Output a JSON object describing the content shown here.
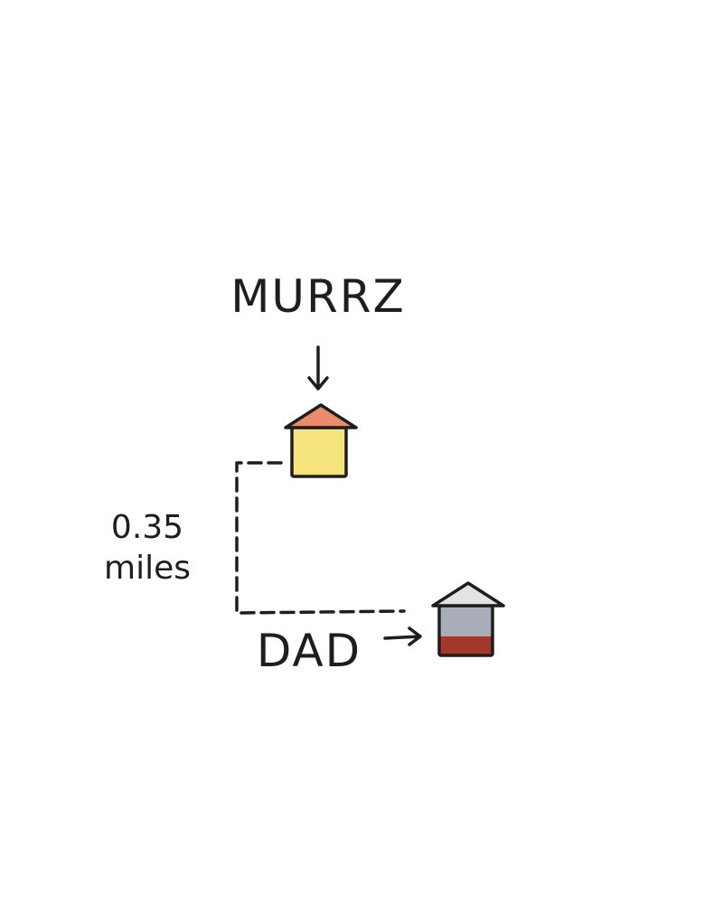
{
  "labels": {
    "top_name": "MURRZ",
    "bottom_name": "DAD",
    "distance_value": "0.35",
    "distance_unit": "miles"
  },
  "colors": {
    "murrz_roof": "#ec8a6c",
    "murrz_body": "#f5e37e",
    "dad_roof": "#e3e3e3",
    "dad_body": "#a9adb8",
    "dad_fill": "#a3372b",
    "ink": "#1e1e1e"
  }
}
